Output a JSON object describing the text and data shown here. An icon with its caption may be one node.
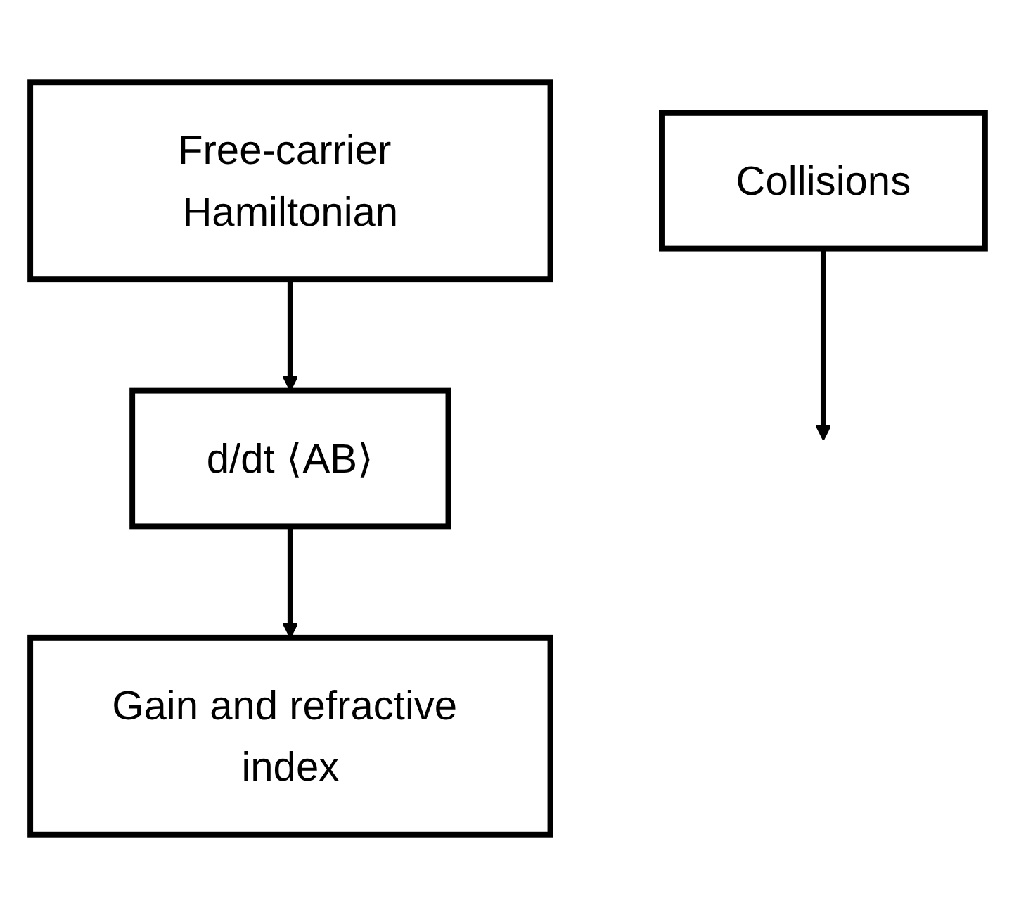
{
  "diagram": {
    "nodes": [
      {
        "text": [
          "Free-carrier Hamiltonian"
        ]
      },
      {
        "text": [
          "d/dt ⟨AB⟩"
        ]
      },
      {
        "text": [
          "Collisions"
        ]
      },
      {
        "text": [
          "Gain and refractive index"
        ]
      }
    ],
    "edges": [
      {
        "from": 0,
        "to": 1,
        "arrow": "to"
      },
      {
        "from": 1,
        "to": 3,
        "arrow": "to"
      },
      {
        "from": 2,
        "to": null,
        "arrow": "to"
      }
    ]
  }
}
